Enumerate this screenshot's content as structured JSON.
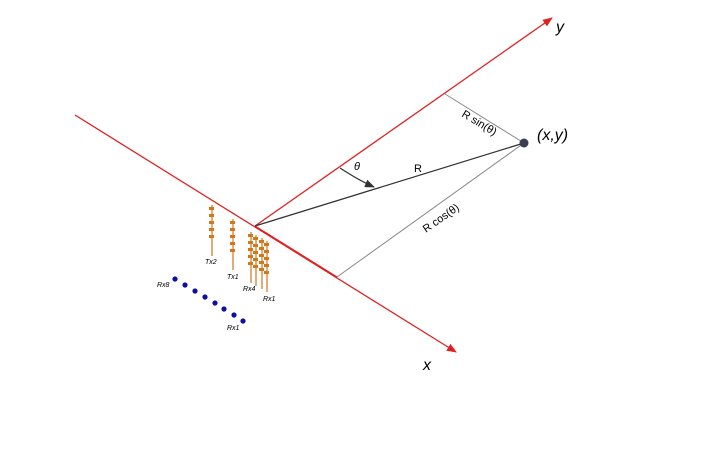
{
  "axes": {
    "x_label": "x",
    "y_label": "y"
  },
  "point": {
    "label": "(x,y)"
  },
  "vectors": {
    "range_label": "R",
    "angle_label": "θ",
    "sin_label": "R sin(θ)",
    "cos_label": "R cos(θ)"
  },
  "antennas": {
    "tx2": "Tx2",
    "tx1": "Tx1",
    "rx4": "Rx4",
    "rx1": "Rx1",
    "virtual_start": "Rx8",
    "virtual_end": "Rx1"
  },
  "colors": {
    "axis": "#e02020",
    "range": "#333333",
    "projection": "#888888",
    "point": "#3a3f55",
    "antenna": "#d4761a",
    "virtual": "#1010a0"
  }
}
